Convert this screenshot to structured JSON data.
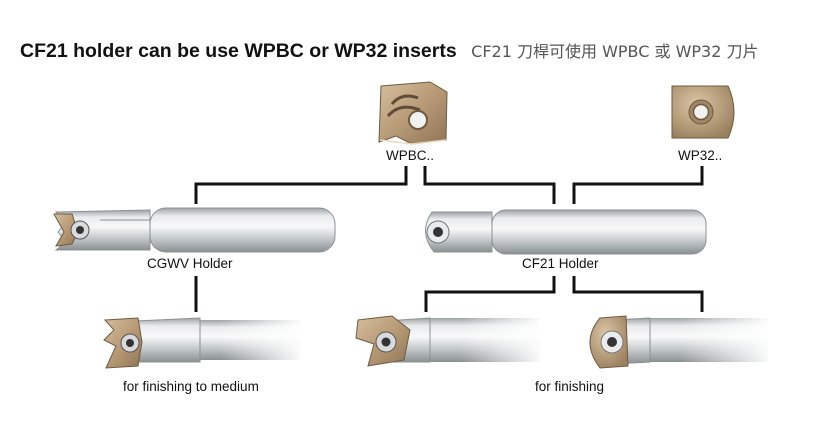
{
  "title": {
    "english": "CF21 holder can be use WPBC or WP32 inserts",
    "chinese": "CF21 刀桿可使用 WPBC 或 WP32 刀片"
  },
  "inserts": {
    "wpbc_label": "WPBC..",
    "wp32_label": "WP32.."
  },
  "holders": {
    "cgwv_label": "CGWV Holder",
    "cf21_label": "CF21 Holder"
  },
  "applications": {
    "medium_label": "for finishing to medium",
    "finishing_label": "for finishing"
  },
  "colors": {
    "connector": "#111111",
    "insert_bronze": "#b89a76",
    "shank_silver": "#c9ccce"
  }
}
